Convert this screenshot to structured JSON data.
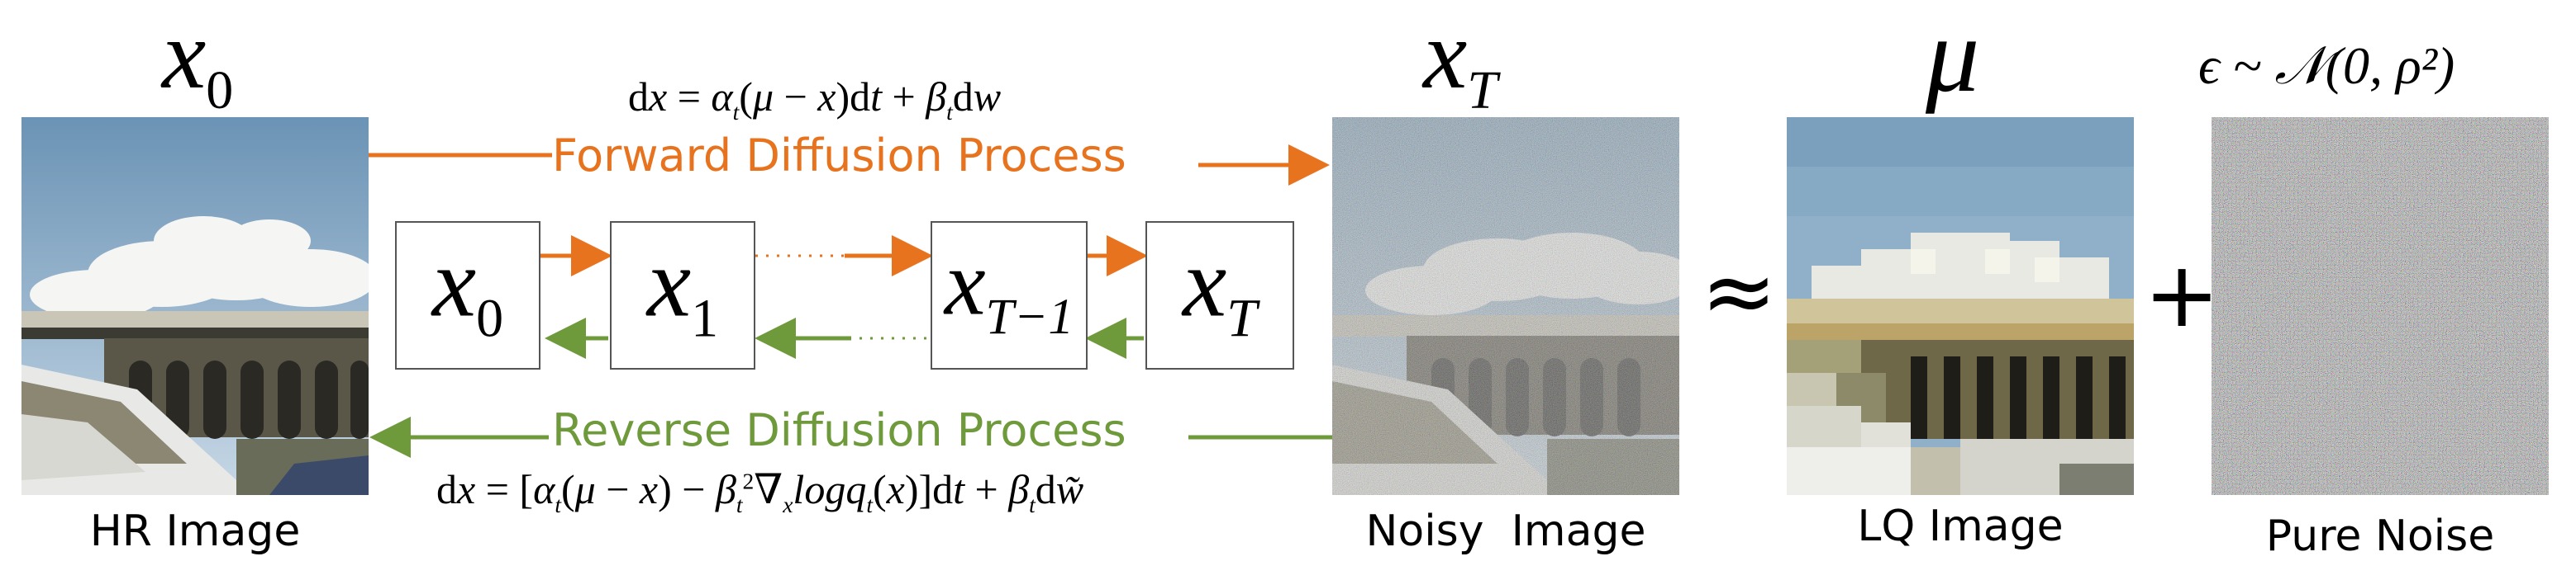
{
  "labels": {
    "x0_top": "x",
    "x0_sub": "0",
    "xT_top": "x",
    "xT_sub": "T",
    "mu": "μ",
    "noise_formula": "ϵ ~ 𝒩(0, ρ²)",
    "approx": "≈",
    "plus": "+"
  },
  "captions": {
    "hr": "HR Image",
    "noisy": "Noisy  Image",
    "lq": "LQ Image",
    "pure": "Pure Noise"
  },
  "processes": {
    "forward_label": "Forward Diffusion Process",
    "reverse_label": "Reverse Diffusion Process",
    "forward_eq": "dx = α_t(μ − x)dt + β_t dw",
    "reverse_eq": "dx = [α_t(μ − x) − β_t²∇_x log q_t(x)]dt + β_t d w̃"
  },
  "chain": [
    {
      "base": "x",
      "sub": "0"
    },
    {
      "base": "x",
      "sub": "1"
    },
    {
      "base": "x",
      "sub": "T−1"
    },
    {
      "base": "x",
      "sub": "T"
    }
  ],
  "chain_dots": "······",
  "colors": {
    "forward": "#e8731f",
    "reverse": "#6f9a3c",
    "box_border": "#555555"
  }
}
